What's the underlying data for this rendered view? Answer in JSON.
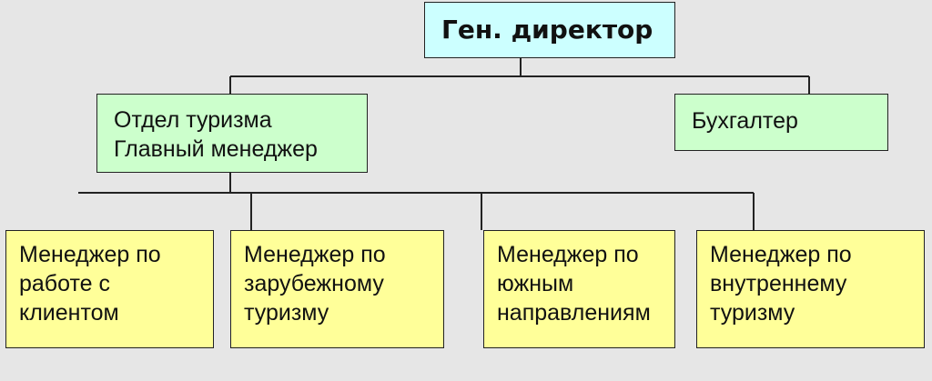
{
  "diagram": {
    "ceo": "Ген. директор",
    "tourism_department": {
      "line1": "Отдел туризма",
      "line2": "Главный менеджер"
    },
    "accountant": "Бухгалтер",
    "managers": [
      {
        "lines": [
          "Менеджер по",
          "работе с",
          "клиентом"
        ]
      },
      {
        "lines": [
          "Менеджер по",
          "зарубежному",
          "туризму"
        ]
      },
      {
        "lines": [
          "Менеджер по",
          "южным",
          "направлениям"
        ]
      },
      {
        "lines": [
          "Менеджер по",
          "внутреннему",
          "туризму"
        ]
      }
    ]
  }
}
